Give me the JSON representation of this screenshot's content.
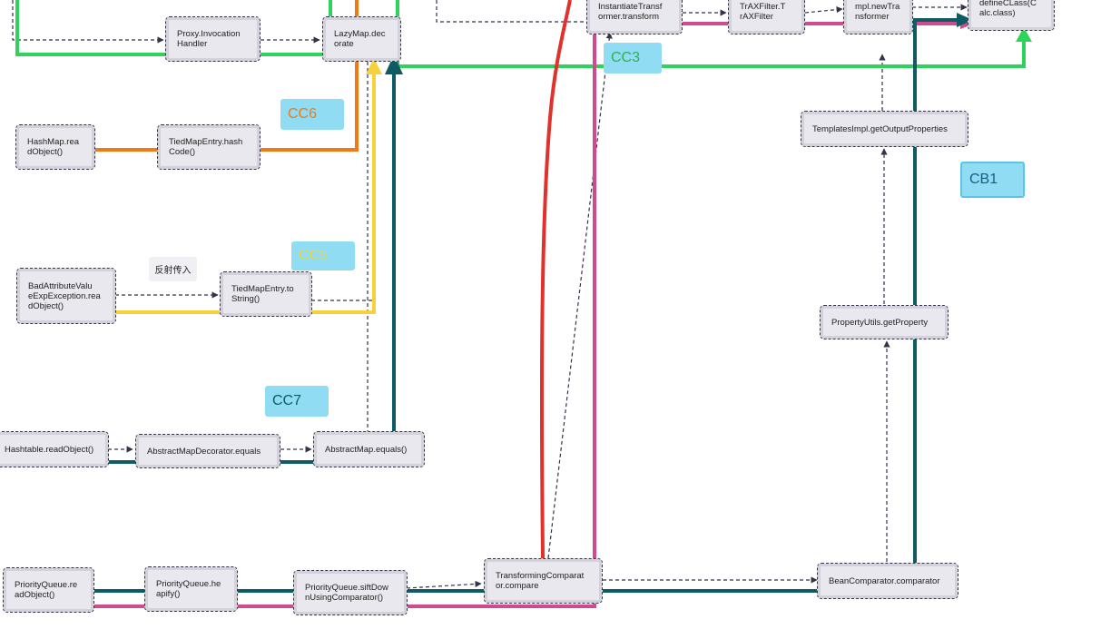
{
  "nodes": {
    "proxy_handler": "Proxy.Invocation\nHandler",
    "lazymap_decorate": "LazyMap.dec\norate",
    "instantiate_transformer": "InstantiateTransf\normer.transform",
    "traxfilter": "TrAXFilter.T\nrAXFilter",
    "newtransformer": "mpl.newTra\nnsformer",
    "defineclass": "defineCLass(C\nalc.class)",
    "hashmap_readobject": "HashMap.rea\ndObject()",
    "tiedmapentry_hashcode": "TiedMapEntry.hash\nCode()",
    "templatesimpl_getoutputproperties": "TemplatesImpl.getOutputProperties",
    "badattribute_readobject": "BadAttributeValu\neExpException.rea\ndObject()",
    "tiedmapentry_tostring": "TiedMapEntry.to\nString()",
    "propertyutils_getproperty": "PropertyUtils.getProperty",
    "hashtable_readobject": "Hashtable.readObject()",
    "abstractmapdecorator_equals": "AbstractMapDecorator.equals",
    "abstractmap_equals": "AbstractMap.equals()",
    "priorityqueue_readobject": "PriorityQueue.re\nadObject()",
    "priorityqueue_heapify": "PriorityQueue.he\napify()",
    "priorityqueue_siftdown": "PriorityQueue.siftDow\nnUsingComparator()",
    "transformingcomparator_compare": "TransformingComparat\nor.compare",
    "beancomparator_comparator": "BeanComparator.comparator"
  },
  "labels": {
    "cc3": "CC3",
    "cc6": "CC6",
    "cc5": "CC5",
    "cc7": "CC7",
    "cb1": "CB1",
    "reflect_note": "反射传入"
  },
  "colors": {
    "cc3_line": "#2fd35a",
    "cc6_line": "#f07a18",
    "cc5_line": "#f7d13c",
    "cc7_line": "#0f5b63",
    "cb1_line": "#0f5b63",
    "red_line": "#e0312d",
    "magenta_line": "#cf4a8e",
    "tag_fill": "#8fdcf3",
    "node_fill": "#e9e8ee",
    "dashed_arrow": "#33334a"
  }
}
